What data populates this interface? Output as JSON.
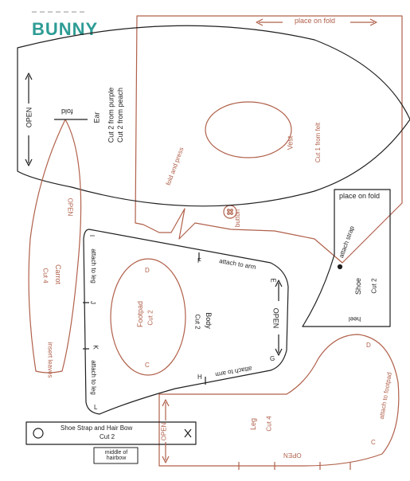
{
  "title": "BUNNY",
  "colors": {
    "title": "#2e9c95",
    "black": "#1f1f1f",
    "red": "#b0604a"
  },
  "labels": {
    "place_on_fold_top": "place on fold",
    "vest_name": "Vest",
    "vest_cut": "Cut 1 from felt",
    "fold_and_press": "fold and press",
    "button": "button",
    "ear_open": "OPEN",
    "ear_fold": "fold",
    "ear_name": "Ear",
    "ear_cut1": "Cut 2 from purple",
    "ear_cut2": "Cut 2 from peach",
    "carrot_open": "OPEN",
    "carrot_name": "Carrot",
    "carrot_cut": "Cut 4",
    "insert_leaves": "insert leaves",
    "body_name": "Body",
    "body_cut": "Cut 2",
    "body_open": "OPEN",
    "attach_to_arm_1": "attach to arm",
    "attach_to_arm_2": "attach to arm",
    "attach_to_leg_1": "attach to leg",
    "attach_to_leg_2": "attach to leg",
    "letter_f": "F",
    "letter_e": "E",
    "letter_g": "G",
    "letter_h": "H",
    "letter_i": "I",
    "letter_j": "J",
    "letter_k": "K",
    "letter_l": "L",
    "footpad_name": "Footpad",
    "footpad_cut": "Cut 2",
    "footpad_d": "D",
    "footpad_c": "C",
    "shoe_place_on_fold": "place on fold",
    "attach_strap": "attach strap",
    "shoe_name": "Shoe",
    "shoe_cut": "Cut 2",
    "heel": "heel",
    "leg_name": "Leg",
    "leg_cut": "Cut 4",
    "leg_open_left": "OPEN",
    "leg_open_bottom": "OPEN",
    "attach_to_footpad": "attach to footpad",
    "leg_d": "D",
    "leg_c": "C",
    "strap_name": "Shoe Strap and Hair Bow",
    "strap_cut": "Cut 2",
    "middle_of_hairbow": "middle of hairbow"
  }
}
